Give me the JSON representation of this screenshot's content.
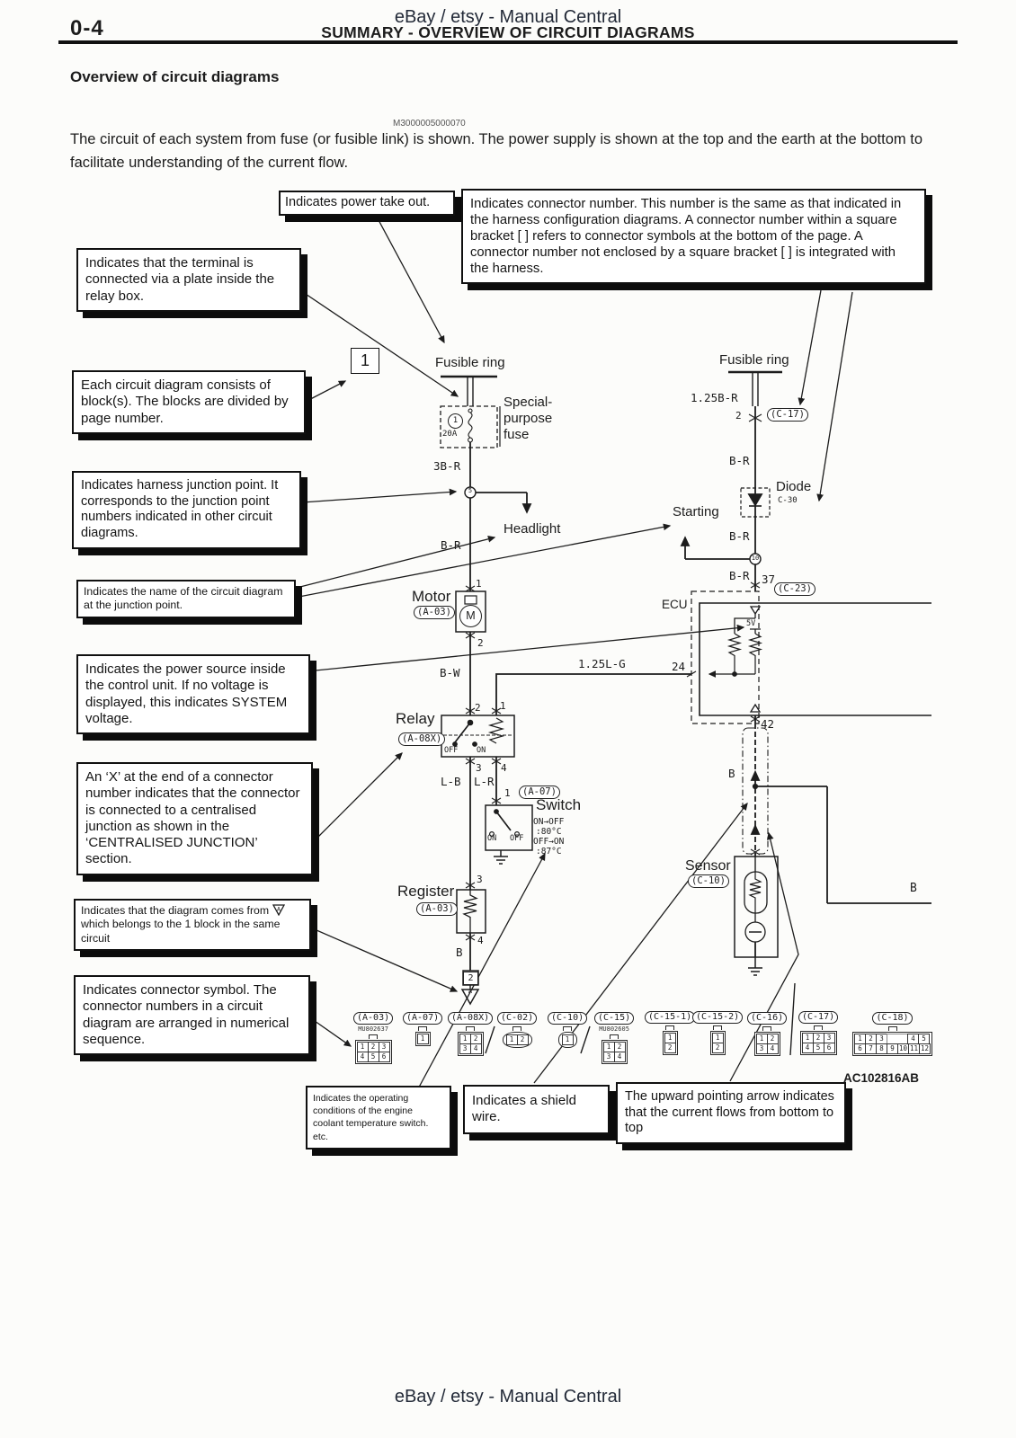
{
  "header": {
    "page_number": "0-4",
    "title": "SUMMARY - OVERVIEW OF CIRCUIT DIAGRAMS",
    "watermark": "eBay / etsy - Manual Central"
  },
  "section": {
    "heading": "Overview of circuit diagrams",
    "code": "M3000005000070",
    "intro": "The circuit of each system from fuse (or fusible link) is shown. The power supply is shown at the top and the earth at the bottom to facilitate understanding of the current flow."
  },
  "callouts": {
    "power_take_out": "Indicates power take out.",
    "connector_number": "Indicates connector number. This number is the same as that indicated in the harness configuration diagrams. A connector number within a square bracket [ ] refers to connector symbols at the bottom of the page. A connector number not enclosed by a square bracket [ ] is integrated with the harness.",
    "terminal_plate": "Indicates that the terminal is connected via a plate inside the relay box.",
    "block_division": "Each circuit diagram consists of block(s). The blocks are divided by page number.",
    "junction_point": "Indicates harness junction point. It corresponds to the junction point numbers indicated in other circuit diagrams.",
    "junction_name": "Indicates the name of the circuit diagram at the junction point.",
    "power_source": "Indicates the power source inside the control unit. If no voltage is displayed, this indicates SYSTEM voltage.",
    "x_suffix": "An ‘X’ at the end of a connector number indicates that the connector is connected to a centralised junction as shown in the ‘CENTRALISED JUNCTION’ section.",
    "comes_from_1": "Indicates that the diagram comes from",
    "comes_from_symbol": "A",
    "comes_from_2": "which belongs to the 1 block in the same circuit",
    "connector_symbol": "Indicates connector symbol. The connector numbers in a circuit diagram are arranged in numerical sequence.",
    "coolant": "Indicates the operating conditions of the engine coolant temperature switch. etc.",
    "shield": "Indicates a shield wire.",
    "upward": "The upward pointing arrow indicates that the current flows from bottom to top"
  },
  "d": {
    "block1": "1",
    "fr_l": "Fusible ring",
    "fuse1": "1",
    "amp": "20A",
    "sp1": "Special-",
    "sp2": "purpose",
    "sp3": "fuse",
    "w3br": "3B-R",
    "j5": "5",
    "hd": "Headlight",
    "wbrl": "B-R",
    "t1": "1",
    "motor": "Motor",
    "mconn": "(A-03)",
    "m": "M",
    "t2": "2",
    "wbw": "B-W",
    "relay": "Relay",
    "rconn": "(A-08X)",
    "rt2": "2",
    "rt1": "1",
    "off": "OFF",
    "on": "ON",
    "rt3": "3",
    "rt4": "4",
    "wlb": "L-B",
    "wlr": "L-R",
    "st1": "1",
    "swconn": "(A-07)",
    "sw": "Switch",
    "swon": "ON",
    "swoff": "OFF",
    "c1": "ON→OFF",
    "c2": ":80°C",
    "c3": "OFF→ON",
    "c4": ":87°C",
    "rg3": "3",
    "reg": "Register",
    "regconn": "(A-03)",
    "rg4": "4",
    "wbl": "B",
    "g2": "2",
    "gA": "A",
    "fr_r": "Fusible ring",
    "w125br": "1.25B-R",
    "ct2": "2",
    "c17": "(C-17)",
    "wbr1": "B-R",
    "diode": "Diode",
    "c30": "C-30",
    "start": "Starting",
    "wbr2": "B-R",
    "j10": "10",
    "wbr3": "B-R",
    "t37": "37",
    "c23": "(C-23)",
    "ecu": "ECU",
    "v5": "5V",
    "t24": "24",
    "w125lg": "1.25L-G",
    "t42": "42",
    "wb1": "B",
    "sensor": "Sensor",
    "c10": "(C-10)",
    "wb2": "B",
    "accode": "AC102816AB"
  },
  "connectors": [
    {
      "label": "(A-03)",
      "code": "MU802637",
      "round": false,
      "rows": [
        [
          "1",
          "2",
          "3"
        ],
        [
          "4",
          "5",
          "6"
        ]
      ]
    },
    {
      "label": "(A-07)",
      "code": "",
      "round": false,
      "rows": [
        [
          "1"
        ]
      ]
    },
    {
      "label": "(A-08X)",
      "code": "",
      "round": false,
      "rows": [
        [
          "1",
          "2"
        ],
        [
          "3",
          "4"
        ]
      ]
    },
    {
      "label": "(C-02)",
      "code": "",
      "round": true,
      "rows": [
        [
          "1",
          "2"
        ]
      ]
    },
    {
      "label": "(C-10)",
      "code": "",
      "round": true,
      "rows": [
        [
          "1"
        ]
      ]
    },
    {
      "label": "(C-15)",
      "code": "MU802605",
      "round": false,
      "rows": [
        [
          "1",
          "2"
        ],
        [
          "3",
          "4"
        ]
      ]
    },
    {
      "label": "(C-15-1)",
      "code": "",
      "round": false,
      "rows": [
        [
          "1"
        ],
        [
          "2"
        ]
      ]
    },
    {
      "label": "(C-15-2)",
      "code": "",
      "round": false,
      "rows": [
        [
          "1"
        ],
        [
          "2"
        ]
      ]
    },
    {
      "label": "(C-16)",
      "code": "",
      "round": false,
      "rows": [
        [
          "1",
          "2"
        ],
        [
          "3",
          "4"
        ]
      ]
    },
    {
      "label": "(C-17)",
      "code": "",
      "round": false,
      "rows": [
        [
          "1",
          "2",
          "3"
        ],
        [
          "4",
          "5",
          "6"
        ]
      ]
    },
    {
      "label": "(C-18)",
      "code": "",
      "round": false,
      "rows": [
        [
          "1",
          "2",
          "3",
          "",
          "4",
          "5"
        ],
        [
          "6",
          "7",
          "8",
          "9",
          "10",
          "11",
          "12"
        ]
      ]
    }
  ],
  "footer": "eBay / etsy - Manual Central"
}
